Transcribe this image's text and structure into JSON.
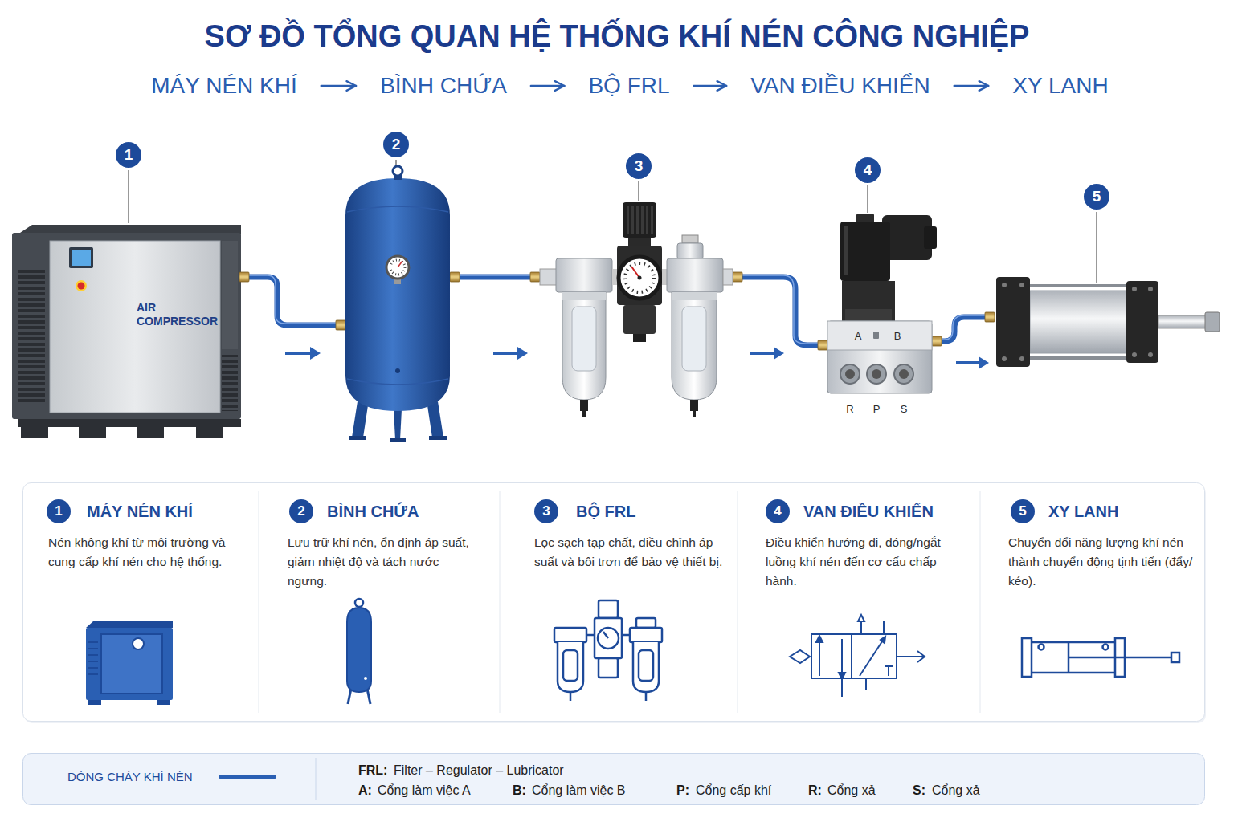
{
  "diagram": {
    "title": "SƠ ĐỒ TỔNG QUAN HỆ THỐNG KHÍ NÉN CÔNG NGHIỆP",
    "nodes": [
      {
        "text": [
          "MÁY NÉN KHÍ"
        ]
      },
      {
        "text": [
          "BÌNH CHỨA"
        ]
      },
      {
        "text": [
          "BỘ FRL"
        ]
      },
      {
        "text": [
          "VAN ĐIỀU KHIỂN"
        ]
      },
      {
        "text": [
          "XY LANH"
        ]
      },
      {
        "text": [
          "MÁY NÉN KHÍ",
          "Nén không khí từ môi trường và cung cấp khí nén cho hệ thống."
        ]
      },
      {
        "text": [
          "BÌNH CHỨA",
          "Lưu trữ khí nén, ổn định áp suất, giảm nhiệt độ và tách nước ngưng."
        ]
      },
      {
        "text": [
          "BỘ FRL",
          "Lọc sạch tạp chất, điều chỉnh áp suất và bôi trơn để bảo vệ thiết bị."
        ]
      },
      {
        "text": [
          "VAN ĐIỀU KHIỂN",
          "Điều khiển hướng đi, đóng/ngắt luồng khí nén đến cơ cấu chấp hành."
        ]
      },
      {
        "text": [
          "XY LANH",
          "Chuyển đổi năng lượng khí nén thành chuyển động tịnh tiến (đẩy/ kéo)."
        ]
      }
    ],
    "edges": [
      {
        "from": 0,
        "to": 1,
        "arrow": "to"
      },
      {
        "from": 1,
        "to": 2,
        "arrow": "to"
      },
      {
        "from": 2,
        "to": 3,
        "arrow": "to"
      },
      {
        "from": 3,
        "to": 4,
        "arrow": "to"
      }
    ],
    "labels": [
      "1",
      "2",
      "3",
      "4",
      "5",
      "AIR COMPRESSOR",
      "A",
      "B",
      "R",
      "P",
      "S",
      "1",
      "2",
      "3",
      "4",
      "5",
      "FRL:",
      "Filter – Regulator – Lubricator",
      "A:",
      "Cổng làm việc A",
      "B:",
      "Cổng làm việc B",
      "P:",
      "Cổng cấp khí",
      "R:",
      "Cổng xả",
      "S:",
      "Cổng xả"
    ],
    "legend": [
      {
        "text": "DÒNG CHẢY KHÍ NÉN"
      }
    ]
  }
}
